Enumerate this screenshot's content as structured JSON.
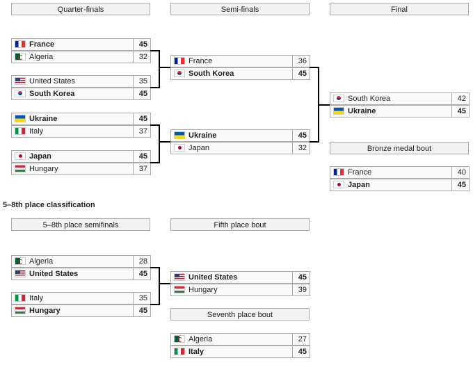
{
  "headers": {
    "quarterfinals": "Quarter-finals",
    "semifinals": "Semi-finals",
    "final": "Final",
    "bronze": "Bronze medal bout",
    "placement_semis": "5–8th place semifinals",
    "fifth": "Fifth place bout",
    "seventh": "Seventh place bout"
  },
  "section_title": "5–8th place classification",
  "quarterfinals": [
    {
      "team": "France",
      "flag": "fr",
      "score": "45",
      "win": true
    },
    {
      "team": "Algeria",
      "flag": "dz",
      "score": "32",
      "win": false
    },
    {
      "team": "United States",
      "flag": "us",
      "score": "35",
      "win": false
    },
    {
      "team": "South Korea",
      "flag": "kr",
      "score": "45",
      "win": true
    },
    {
      "team": "Ukraine",
      "flag": "ua",
      "score": "45",
      "win": true
    },
    {
      "team": "Italy",
      "flag": "it",
      "score": "37",
      "win": false
    },
    {
      "team": "Japan",
      "flag": "jp",
      "score": "45",
      "win": true
    },
    {
      "team": "Hungary",
      "flag": "hu",
      "score": "37",
      "win": false
    }
  ],
  "semifinals": [
    {
      "team": "France",
      "flag": "fr",
      "score": "36",
      "win": false
    },
    {
      "team": "South Korea",
      "flag": "kr",
      "score": "45",
      "win": true
    },
    {
      "team": "Ukraine",
      "flag": "ua",
      "score": "45",
      "win": true
    },
    {
      "team": "Japan",
      "flag": "jp",
      "score": "32",
      "win": false
    }
  ],
  "final": [
    {
      "team": "South Korea",
      "flag": "kr",
      "score": "42",
      "win": false
    },
    {
      "team": "Ukraine",
      "flag": "ua",
      "score": "45",
      "win": true
    }
  ],
  "bronze": [
    {
      "team": "France",
      "flag": "fr",
      "score": "40",
      "win": false
    },
    {
      "team": "Japan",
      "flag": "jp",
      "score": "45",
      "win": true
    }
  ],
  "placement_semis": [
    {
      "team": "Algeria",
      "flag": "dz",
      "score": "28",
      "win": false
    },
    {
      "team": "United States",
      "flag": "us",
      "score": "45",
      "win": true
    },
    {
      "team": "Italy",
      "flag": "it",
      "score": "35",
      "win": false
    },
    {
      "team": "Hungary",
      "flag": "hu",
      "score": "45",
      "win": true
    }
  ],
  "fifth": [
    {
      "team": "United States",
      "flag": "us",
      "score": "45",
      "win": true
    },
    {
      "team": "Hungary",
      "flag": "hu",
      "score": "39",
      "win": false
    }
  ],
  "seventh": [
    {
      "team": "Algeria",
      "flag": "dz",
      "score": "27",
      "win": false
    },
    {
      "team": "Italy",
      "flag": "it",
      "score": "45",
      "win": true
    }
  ]
}
